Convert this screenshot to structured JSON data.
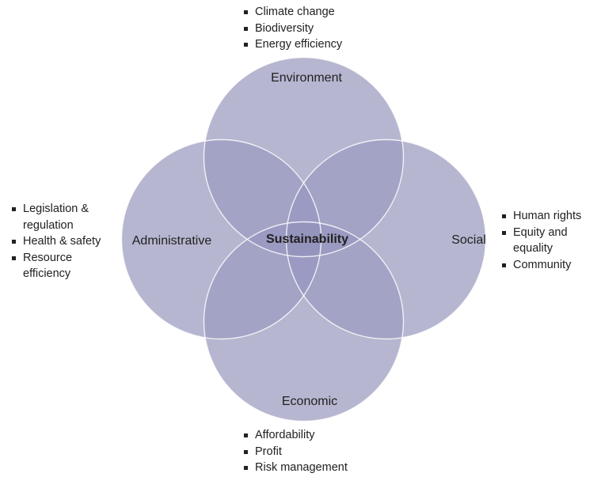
{
  "venn": {
    "center_label": "Sustainability",
    "labels": {
      "environment": "Environment",
      "administrative": "Administrative",
      "social": "Social",
      "economic": "Economic"
    },
    "lists": {
      "environment": [
        "Climate change",
        "Biodiversity",
        "Energy efficiency"
      ],
      "administrative": [
        "Legislation & regulation",
        "Health & safety",
        "Resource efficiency"
      ],
      "social": [
        "Human rights",
        "Equity and equality",
        "Community"
      ],
      "economic": [
        "Affordability",
        "Profit",
        "Risk management"
      ]
    },
    "colors": {
      "circle": "#b6b6d1",
      "overlap2": "#a3a3c6",
      "overlap3": "#9a9ac2",
      "overlap4": "#9494bd",
      "text": "#212121",
      "background": "#ffffff"
    }
  }
}
